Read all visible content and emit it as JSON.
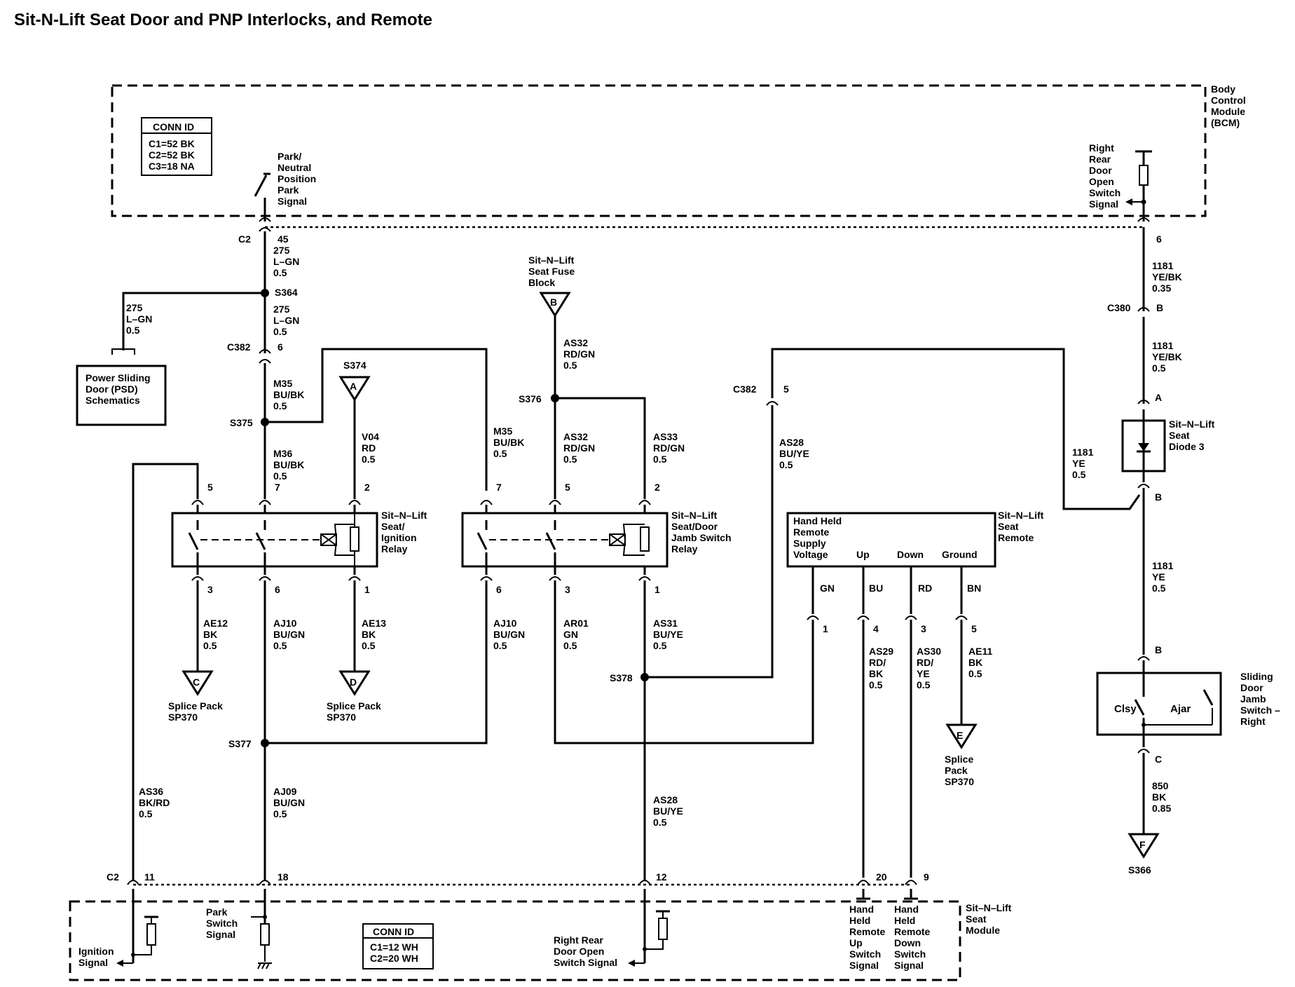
{
  "title": "Sit-N-Lift Seat Door and PNP Interlocks, and Remote",
  "bcm": {
    "label": [
      "Body",
      "Control",
      "Module",
      "(BCM)"
    ],
    "conn_id": {
      "header": "CONN ID",
      "lines": [
        "C1=52 BK",
        "C2=52 BK",
        "C3=18 NA"
      ]
    },
    "pnp_signal": [
      "Park/",
      "Neutral",
      "Position",
      "Park",
      "Signal"
    ],
    "rr_door_signal": [
      "Right",
      "Rear",
      "Door",
      "Open",
      "Switch",
      "Signal"
    ]
  },
  "seat_module": {
    "label": [
      "Sit–N–Lift",
      "Seat",
      "Module"
    ],
    "conn_id": {
      "header": "CONN ID",
      "lines": [
        "C1=12 WH",
        "C2=20 WH"
      ]
    },
    "ignition_signal": [
      "Ignition",
      "Signal"
    ],
    "park_switch_signal": [
      "Park",
      "Switch",
      "Signal"
    ],
    "rr_door_open_signal": [
      "Right Rear",
      "Door Open",
      "Switch Signal"
    ],
    "remote_up_signal": [
      "Hand",
      "Held",
      "Remote",
      "Up",
      "Switch",
      "Signal"
    ],
    "remote_down_signal": [
      "Hand",
      "Held",
      "Remote",
      "Down",
      "Switch",
      "Signal"
    ]
  },
  "connectors": {
    "c2_top": "C2",
    "pin_45": "45",
    "pin_6_bcm": "6",
    "c382_left": "C382",
    "pin_6_c382": "6",
    "c382_right": "C382",
    "pin_5_c382": "5",
    "c380": "C380",
    "pin_b_c380": "B",
    "c2_bottom": "C2",
    "pin_11": "11",
    "pin_18": "18",
    "pin_12": "12",
    "pin_20": "20",
    "pin_9": "9"
  },
  "splices": {
    "s364": "S364",
    "s375": "S375",
    "s374": "S374",
    "s376": "S376",
    "s378": "S378",
    "s377": "S377",
    "s366": "S366"
  },
  "wires": {
    "w275_top": [
      "275",
      "L–GN",
      "0.5"
    ],
    "w275_mid": [
      "275",
      "L–GN",
      "0.5"
    ],
    "w275_left": [
      "275",
      "L–GN",
      "0.5"
    ],
    "m35_a": [
      "M35",
      "BU/BK",
      "0.5"
    ],
    "m36": [
      "M36",
      "BU/BK",
      "0.5"
    ],
    "v04": [
      "V04",
      "RD",
      "0.5"
    ],
    "m35_b": [
      "M35",
      "BU/BK",
      "0.5"
    ],
    "as32_a": [
      "AS32",
      "RD/GN",
      "0.5"
    ],
    "as32_b": [
      "AS32",
      "RD/GN",
      "0.5"
    ],
    "as33": [
      "AS33",
      "RD/GN",
      "0.5"
    ],
    "as28_a": [
      "AS28",
      "BU/YE",
      "0.5"
    ],
    "ae12": [
      "AE12",
      "BK",
      "0.5"
    ],
    "aj10_a": [
      "AJ10",
      "BU/GN",
      "0.5"
    ],
    "ae13": [
      "AE13",
      "BK",
      "0.5"
    ],
    "aj10_b": [
      "AJ10",
      "BU/GN",
      "0.5"
    ],
    "ar01": [
      "AR01",
      "GN",
      "0.5"
    ],
    "as31": [
      "AS31",
      "BU/YE",
      "0.5"
    ],
    "as36": [
      "AS36",
      "BK/RD",
      "0.5"
    ],
    "aj09": [
      "AJ09",
      "BU/GN",
      "0.5"
    ],
    "as28_b": [
      "AS28",
      "BU/YE",
      "0.5"
    ],
    "as29": [
      "AS29",
      "RD/",
      "BK",
      "0.5"
    ],
    "as30": [
      "AS30",
      "RD/",
      "YE",
      "0.5"
    ],
    "ae11": [
      "AE11",
      "BK",
      "0.5"
    ],
    "w1181_a": [
      "1181",
      "YE/BK",
      "0.35"
    ],
    "w1181_b": [
      "1181",
      "YE/BK",
      "0.5"
    ],
    "w1181_c": [
      "1181",
      "YE",
      "0.5"
    ],
    "w1181_d": [
      "1181",
      "YE",
      "0.5"
    ],
    "w850": [
      "850",
      "BK",
      "0.85"
    ]
  },
  "components": {
    "psd": [
      "Power Sliding",
      "Door (PSD)",
      "Schematics"
    ],
    "fuse_block": [
      "Sit–N–Lift",
      "Seat Fuse",
      "Block"
    ],
    "ign_relay": [
      "Sit–N–Lift",
      "Seat/",
      "Ignition",
      "Relay"
    ],
    "jamb_relay": [
      "Sit–N–Lift",
      "Seat/Door",
      "Jamb Switch",
      "Relay"
    ],
    "remote": [
      "Sit–N–Lift",
      "Seat",
      "Remote"
    ],
    "remote_box": {
      "supply": [
        "Hand Held",
        "Remote",
        "Supply",
        "Voltage"
      ],
      "up": "Up",
      "down": "Down",
      "ground": "Ground"
    },
    "remote_wires": {
      "gn": "GN",
      "bu": "BU",
      "rd": "RD",
      "bn": "BN"
    },
    "remote_pins": {
      "p1": "1",
      "p4": "4",
      "p3": "3",
      "p5": "5"
    },
    "diode": [
      "Sit–N–Lift",
      "Seat",
      "Diode 3"
    ],
    "diode_pins": {
      "a": "A",
      "b": "B"
    },
    "sliding_switch": [
      "Sliding",
      "Door",
      "Jamb",
      "Switch –",
      "Right"
    ],
    "switch_states": {
      "closed": "Clsy",
      "ajar": "Ajar"
    },
    "switch_pins": {
      "b": "B",
      "c": "C"
    },
    "splice_c": [
      "Splice Pack",
      "SP370"
    ],
    "splice_d": [
      "Splice Pack",
      "SP370"
    ],
    "splice_e": [
      "Splice",
      "Pack",
      "SP370"
    ]
  },
  "ign_relay_pins": {
    "p5": "5",
    "p7": "7",
    "p2": "2",
    "p3": "3",
    "p6": "6",
    "p1": "1"
  },
  "jamb_relay_pins": {
    "p7": "7",
    "p5": "5",
    "p2": "2",
    "p6": "6",
    "p3": "3",
    "p1": "1"
  },
  "refs": {
    "a": "A",
    "b": "B",
    "c": "C",
    "d": "D",
    "e": "E",
    "f": "F"
  }
}
